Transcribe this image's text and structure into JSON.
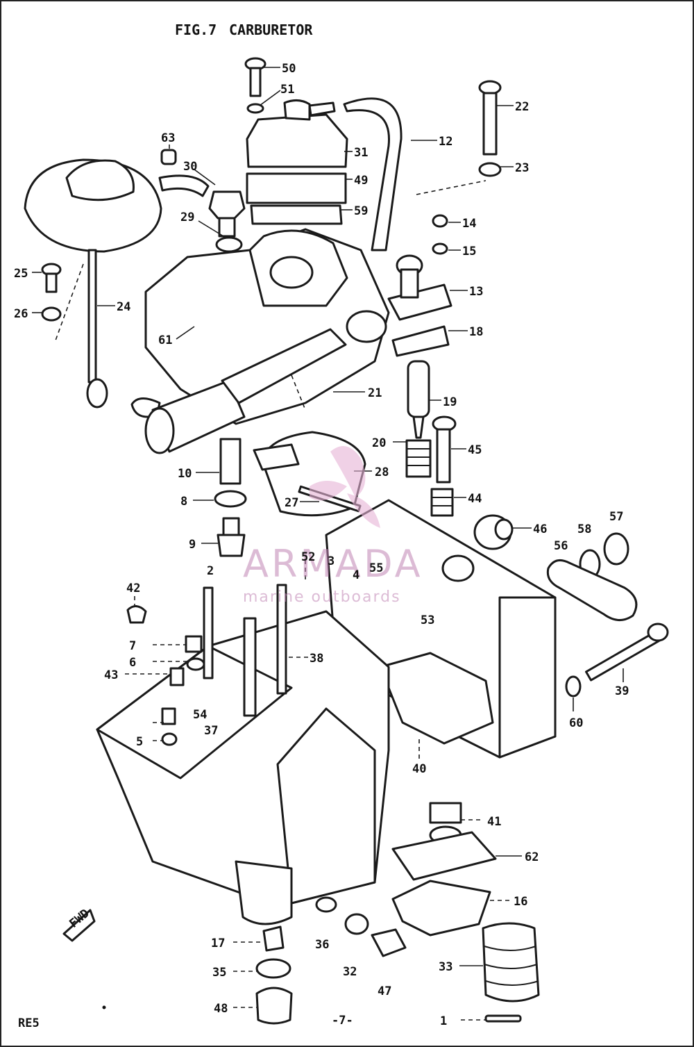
{
  "figure": {
    "number": "FIG.7",
    "title": "CARBURETOR"
  },
  "footer": {
    "left": "RE5",
    "page": "-7-"
  },
  "watermark": {
    "brand": "ARMADA",
    "tagline": "marine outboards"
  },
  "arrow_label": "FWD",
  "callouts": [
    "50",
    "51",
    "22",
    "12",
    "31",
    "63",
    "30",
    "49",
    "23",
    "59",
    "29",
    "14",
    "15",
    "25",
    "13",
    "26",
    "24",
    "18",
    "61",
    "21",
    "19",
    "10",
    "20",
    "45",
    "28",
    "8",
    "27",
    "44",
    "9",
    "46",
    "58",
    "57",
    "56",
    "52",
    "2",
    "4",
    "55",
    "42",
    "53",
    "7",
    "6",
    "43",
    "38",
    "39",
    "60",
    "37",
    "40",
    "41",
    "62",
    "16",
    "17",
    "36",
    "32",
    "35",
    "47",
    "33",
    "48",
    "1",
    "3",
    "54",
    "5"
  ]
}
